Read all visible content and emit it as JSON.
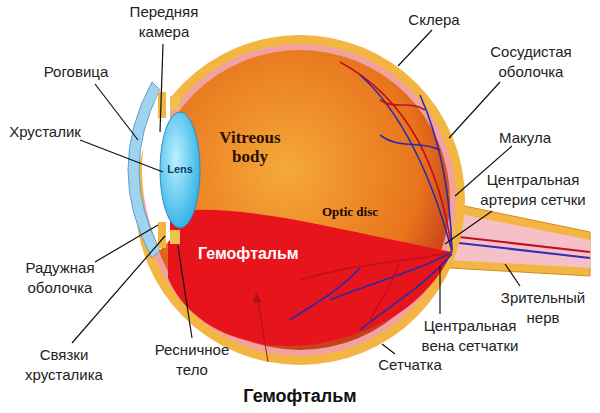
{
  "diagram": {
    "title": "Гемофтальм",
    "labels": [
      "Передняя камера",
      "Склера",
      "Сосудистая оболочка",
      "Роговица",
      "Хрусталик",
      "Lens",
      "Vitreous body",
      "Макула",
      "Optic disc",
      "Центральная артерия сетчки",
      "Гемофтальм",
      "Радужная оболочка",
      "Зрительный нерв",
      "Центральная вена сетчатки",
      "Связки хрусталика",
      "Ресничное тело",
      "Сетчатка"
    ]
  }
}
